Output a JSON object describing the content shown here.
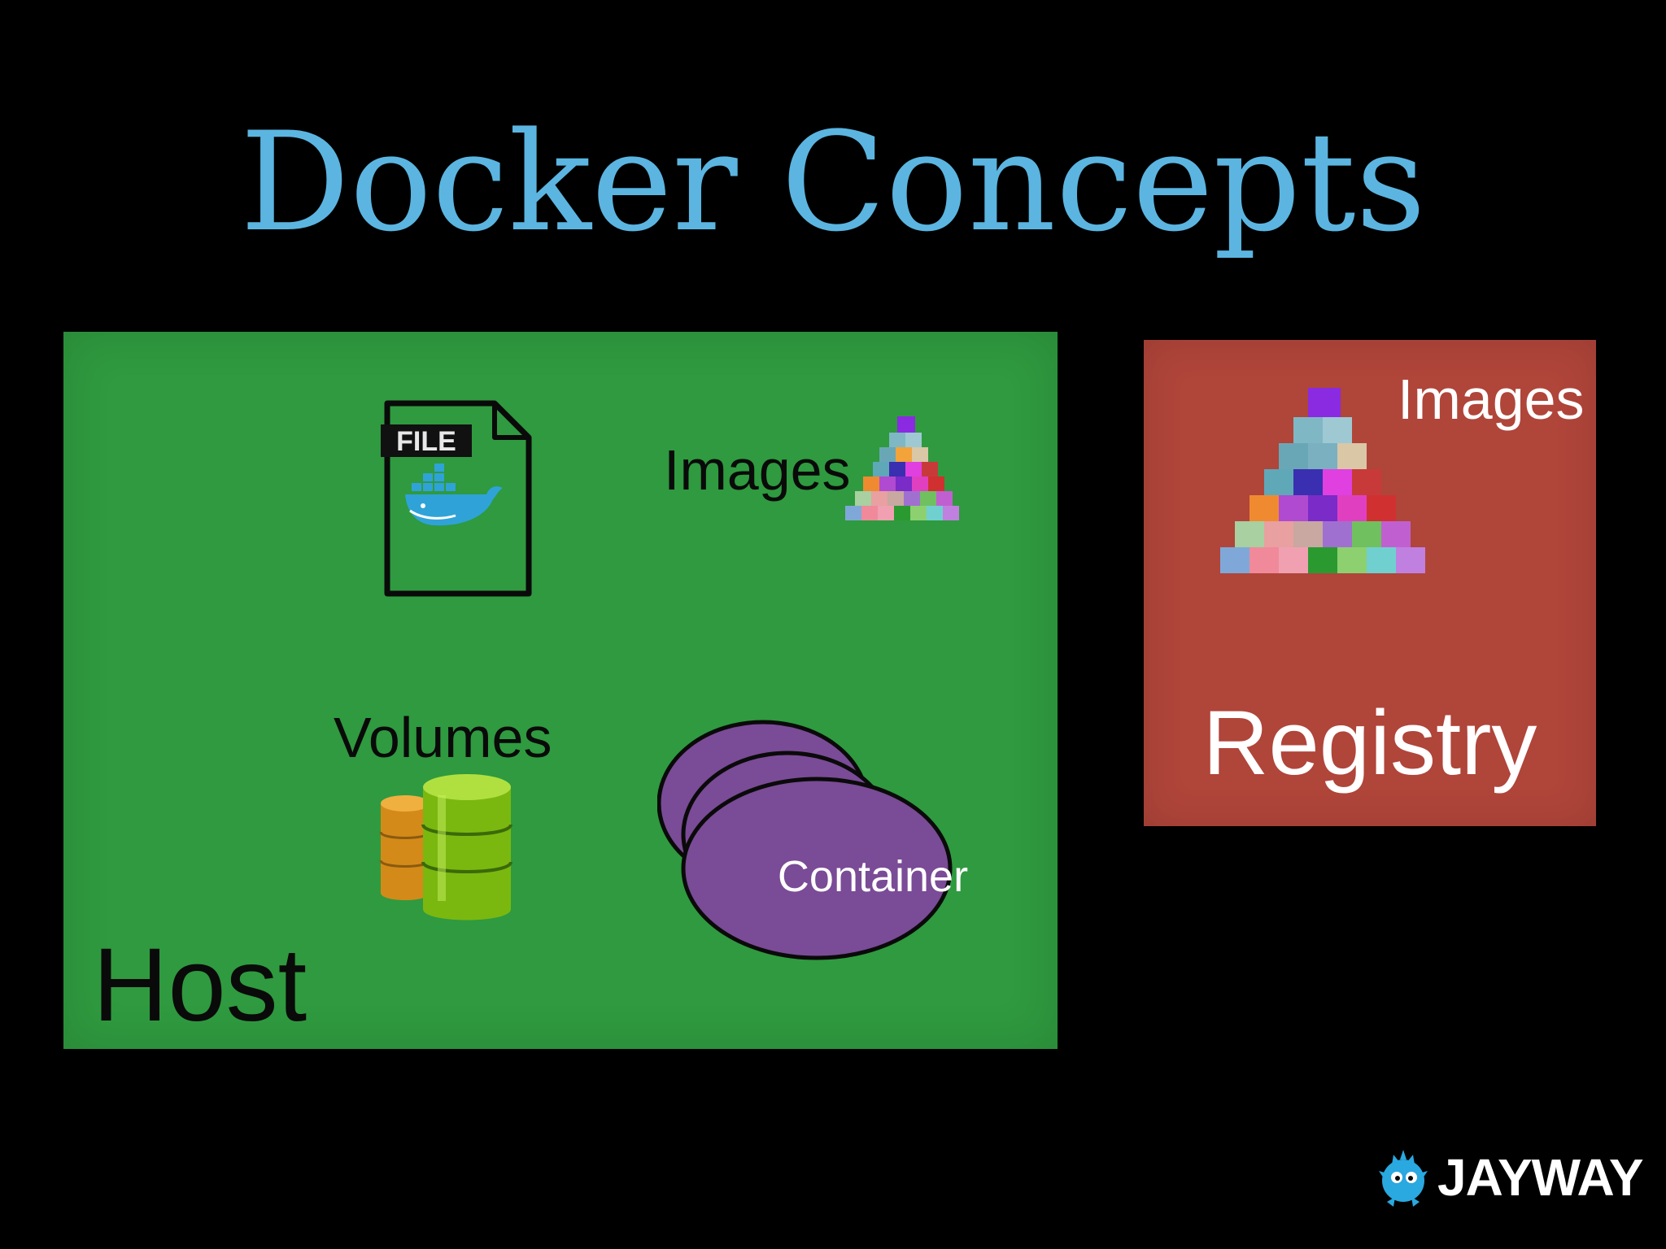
{
  "title": "Docker Concepts",
  "host": {
    "label": "Host",
    "images_label": "Images",
    "volumes_label": "Volumes",
    "container_label": "Container",
    "file_icon_text": "FILE"
  },
  "registry": {
    "label": "Registry",
    "images_label": "Images"
  },
  "logo": {
    "text": "JAYWAY"
  },
  "colors": {
    "background": "#000000",
    "title": "#5bb5e0",
    "host_panel": "#2f9a3f",
    "registry_panel": "#b0453a",
    "container": "#7a4b96"
  }
}
